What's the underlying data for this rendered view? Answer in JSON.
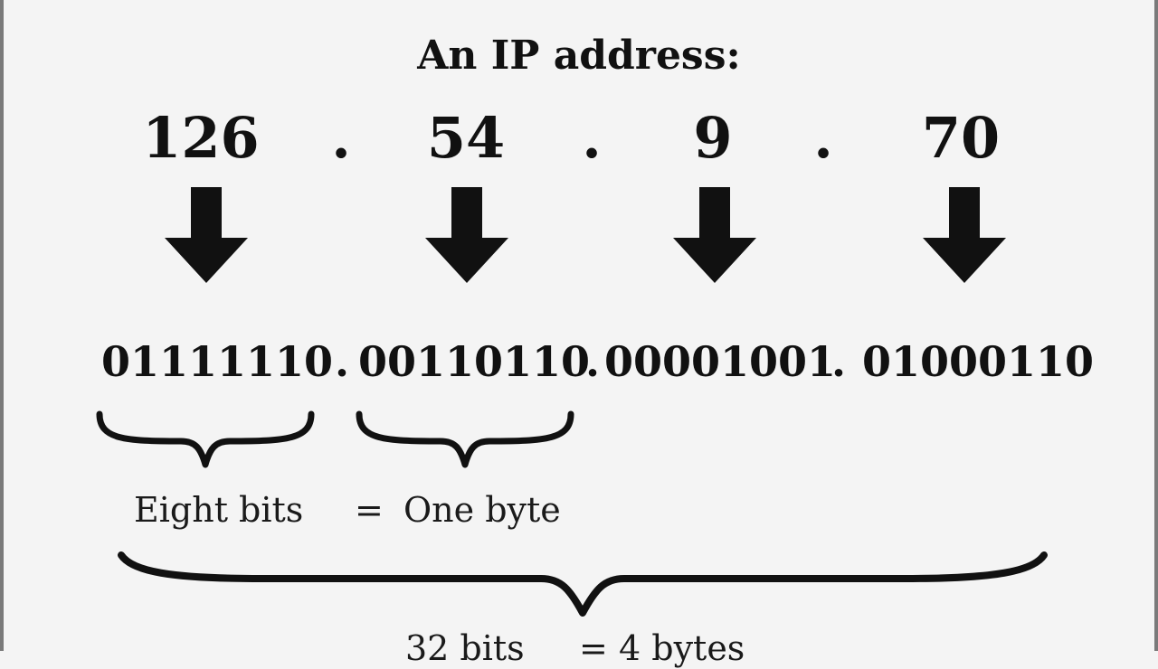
{
  "title": "An IP address:",
  "octets": [
    {
      "decimal": "126",
      "binary": "01111110"
    },
    {
      "decimal": "54",
      "binary": "00110110"
    },
    {
      "decimal": "9",
      "binary": "00001001"
    },
    {
      "decimal": "70",
      "binary": "01000110"
    }
  ],
  "separator": ".",
  "byte_labels": {
    "bits": "Eight bits",
    "equals": "=",
    "byte": "One byte"
  },
  "total_labels": {
    "bits": "32 bits",
    "equals": "=",
    "bytes": "4 bytes"
  },
  "colors": {
    "background": "#f4f4f4",
    "ink": "#111111",
    "frame": "#7a7a7a"
  }
}
